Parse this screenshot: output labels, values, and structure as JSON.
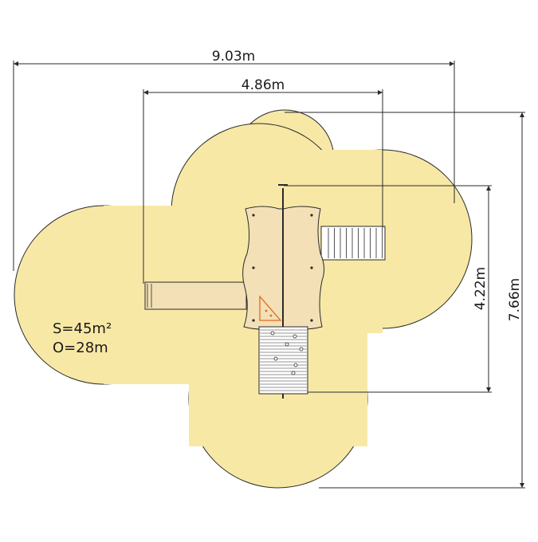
{
  "dimensions": {
    "overall_width": "9.03m",
    "inner_width": "4.86m",
    "inner_height": "4.22m",
    "overall_height": "7.66m"
  },
  "area": {
    "surface": "S=45m²",
    "perimeter": "O=28m"
  },
  "colors": {
    "safety_zone": "#f8e8a6",
    "equipment": "#f3e0b6",
    "lines": "#2a2a2a",
    "accent": "#e06a22"
  }
}
